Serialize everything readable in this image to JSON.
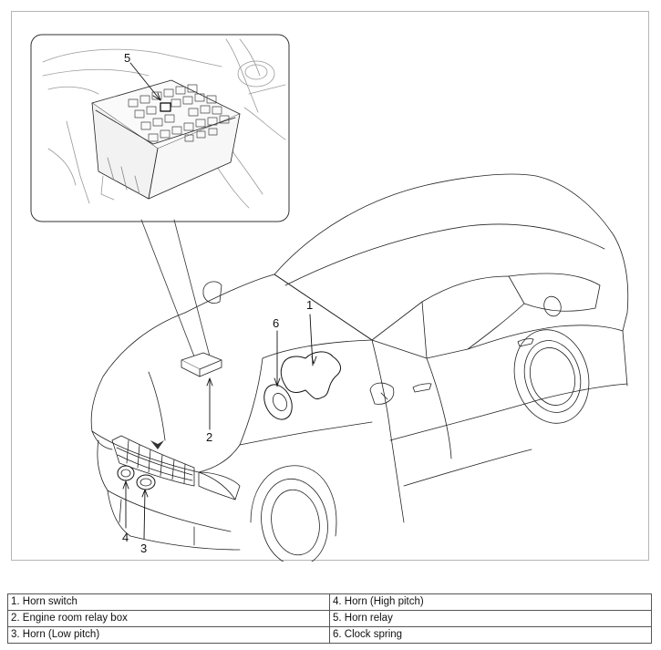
{
  "callouts": {
    "c1": "1",
    "c2": "2",
    "c3": "3",
    "c4": "4",
    "c5": "5",
    "c6": "6"
  },
  "legend": {
    "rows": [
      [
        "1. Horn switch",
        "4. Horn (High pitch)"
      ],
      [
        "2. Engine room relay box",
        "5. Horn relay"
      ],
      [
        "3. Horn (Low pitch)",
        "6. Clock spring"
      ]
    ]
  }
}
